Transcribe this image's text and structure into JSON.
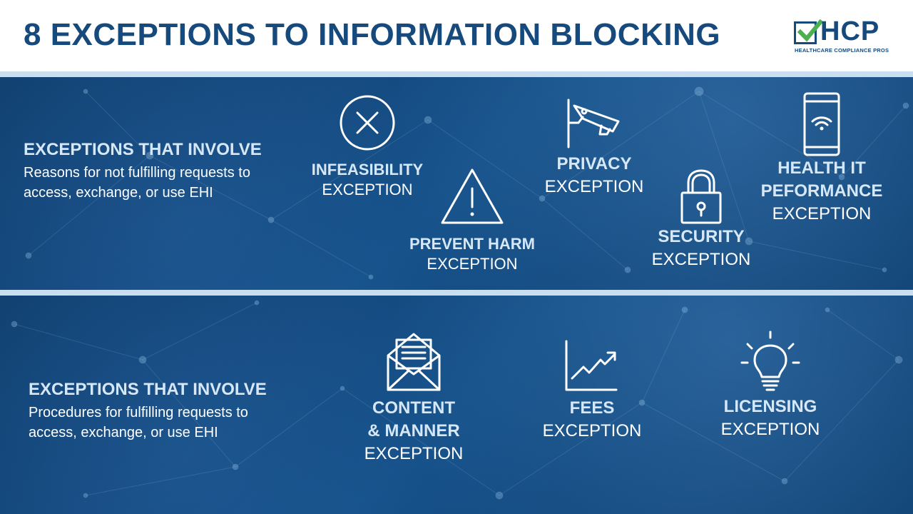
{
  "header": {
    "title": "8 EXCEPTIONS TO INFORMATION BLOCKING",
    "logo_text": "HCP",
    "logo_subtext": "HEALTHCARE COMPLIANCE PROS",
    "logo_icon": "checkbox-icon"
  },
  "group1": {
    "title": "EXCEPTIONS THAT INVOLVE",
    "description": "Reasons for not fulfilling requests to access, exchange, or use EHI",
    "items": [
      {
        "name": "INFEASIBILITY",
        "sub": "EXCEPTION",
        "icon": "x-circle-icon"
      },
      {
        "name": "PREVENT HARM",
        "sub": "EXCEPTION",
        "icon": "warning-triangle-icon"
      },
      {
        "name": "PRIVACY",
        "sub": "EXCEPTION",
        "icon": "security-camera-icon"
      },
      {
        "name": "SECURITY",
        "sub": "EXCEPTION",
        "icon": "padlock-icon"
      },
      {
        "name_line1": "HEALTH IT",
        "name_line2": "PEFORMANCE",
        "sub": "EXCEPTION",
        "icon": "mobile-wifi-icon"
      }
    ]
  },
  "group2": {
    "title": "EXCEPTIONS THAT INVOLVE",
    "description": "Procedures for fulfilling requests to access, exchange, or use EHI",
    "items": [
      {
        "name_line1": "CONTENT",
        "name_line2": "& MANNER",
        "sub": "EXCEPTION",
        "icon": "open-envelope-icon"
      },
      {
        "name": "FEES",
        "sub": "EXCEPTION",
        "icon": "growth-chart-icon"
      },
      {
        "name": "LICENSING",
        "sub": "EXCEPTION",
        "icon": "lightbulb-icon"
      }
    ]
  },
  "colors": {
    "title_blue": "#174a7c",
    "panel_blue": "#0f4577",
    "label_light_blue": "#d6e8f7",
    "band_light": "#c9dff0"
  }
}
